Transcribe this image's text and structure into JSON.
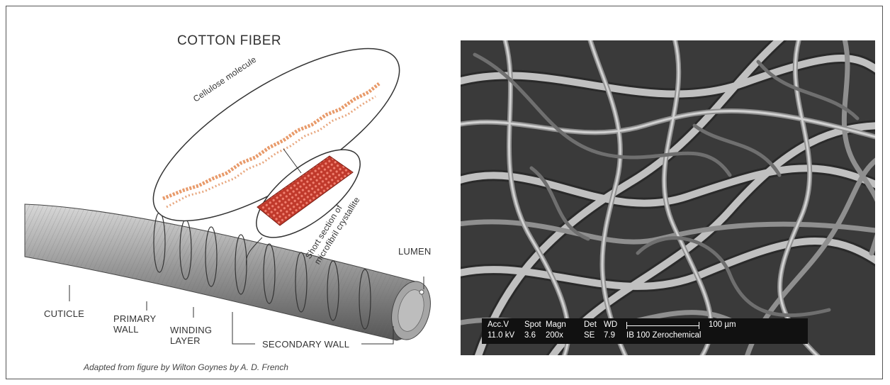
{
  "diagram": {
    "title": "COTTON FIBER",
    "labels": {
      "cellulose_molecule": "Cellulose molecule",
      "microfibril_line1": "Short section of",
      "microfibril_line2": "microfibril crystallite",
      "lumen": "LUMEN",
      "cuticle": "CUTICLE",
      "primary_wall_line1": "PRIMARY",
      "primary_wall_line2": "WALL",
      "winding_layer_line1": "WINDING",
      "winding_layer_line2": "LAYER",
      "secondary_wall": "SECONDARY WALL"
    },
    "caption": "Adapted from figure by Wilton Goynes by A. D. French"
  },
  "sem": {
    "header": {
      "accv": "Acc.V",
      "spot": "Spot",
      "magn": "Magn",
      "det": "Det",
      "wd": "WD",
      "scale": "100 µm"
    },
    "values": {
      "accv": "11.0 kV",
      "spot": "3.6",
      "magn": "200x",
      "det": "SE",
      "wd": "7.9",
      "sample": "IB 100 Zerochemical"
    }
  },
  "colors": {
    "fiber": "#8a8a8a",
    "molecule": "#e89a6a",
    "crystallite": "#c83a2a",
    "sem_background": "#3c3c3c"
  }
}
